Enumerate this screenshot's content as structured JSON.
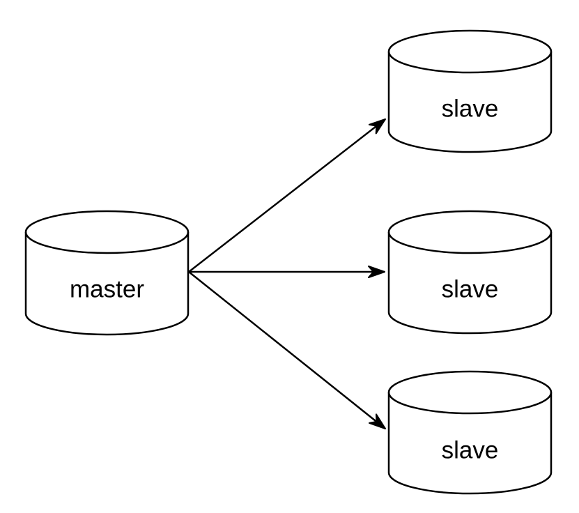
{
  "diagram": {
    "background_color": "#ffffff",
    "stroke_color": "#000000",
    "node_fill_color": "#ffffff",
    "text_color": "#000000",
    "nodes": [
      {
        "id": "master",
        "label": "master",
        "shape": "cylinder"
      },
      {
        "id": "slave-1",
        "label": "slave",
        "shape": "cylinder"
      },
      {
        "id": "slave-2",
        "label": "slave",
        "shape": "cylinder"
      },
      {
        "id": "slave-3",
        "label": "slave",
        "shape": "cylinder"
      }
    ],
    "edges": [
      {
        "from": "master",
        "to": "slave-1"
      },
      {
        "from": "master",
        "to": "slave-2"
      },
      {
        "from": "master",
        "to": "slave-3"
      }
    ]
  }
}
